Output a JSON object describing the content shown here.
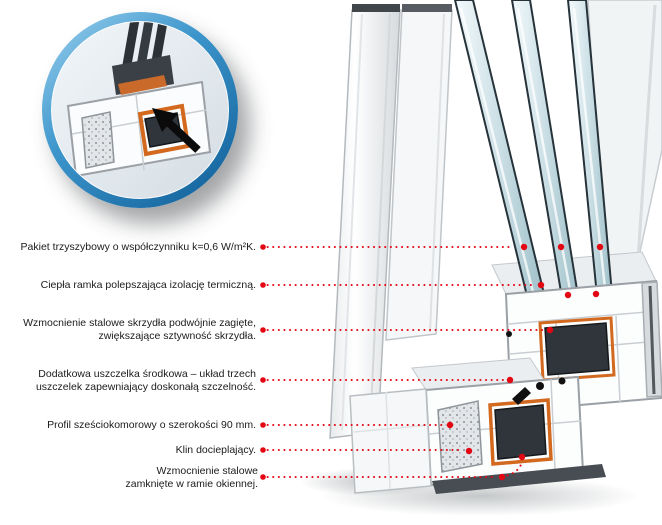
{
  "callouts": [
    {
      "id": "triple-glazing",
      "text": "Pakiet trzyszybowy o współczynniku k=0,6 W/m²K."
    },
    {
      "id": "warm-spacer",
      "text": "Ciepła ramka polepszająca izolację termiczną."
    },
    {
      "id": "sash-steel",
      "text": "Wzmocnienie stalowe skrzydła podwójnie zagięte, zwiększające sztywność skrzydła."
    },
    {
      "id": "middle-gasket",
      "text": "Dodatkowa uszczelka środkowa – układ trzech uszczelek zapewniający doskonałą szczelność."
    },
    {
      "id": "six-chamber-profile",
      "text": "Profil sześciokomorowy o szerokości 90 mm."
    },
    {
      "id": "insulating-wedge",
      "text": "Klin docieplający."
    },
    {
      "id": "frame-steel",
      "text": "Wzmocnienie stalowe zamknięte w ramie okiennej."
    }
  ],
  "colors": {
    "leader_red": "#e30613",
    "ring_blue": "#1a6fb5",
    "steel_dark": "#2f353b",
    "channel_orange": "#d2691e",
    "background": "#ffffff"
  }
}
